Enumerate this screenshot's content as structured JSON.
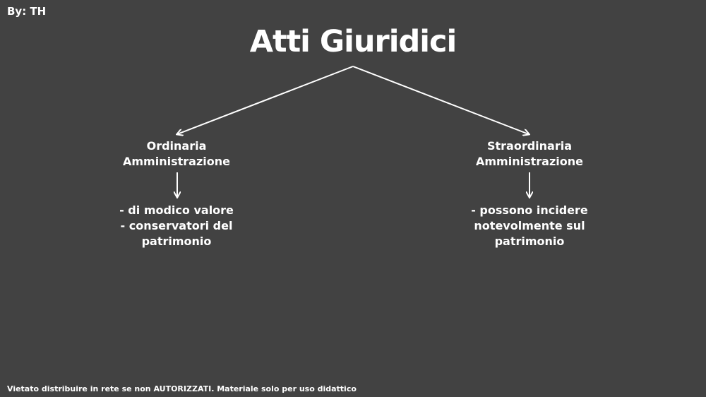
{
  "author": "By: TH",
  "title": "Atti Giuridici",
  "branches": [
    {
      "heading": [
        "Ordinaria",
        "Amministrazione"
      ],
      "details": [
        "- di modico valore",
        "- conservatori del",
        "patrimonio"
      ]
    },
    {
      "heading": [
        "Straordinaria",
        "Amministrazione"
      ],
      "details": [
        "- possono incidere",
        "notevolmente sul",
        "patrimonio"
      ]
    }
  ],
  "footer": "Vietato distribuire in rete se non AUTORIZZATI. Materiale solo per uso didattico"
}
